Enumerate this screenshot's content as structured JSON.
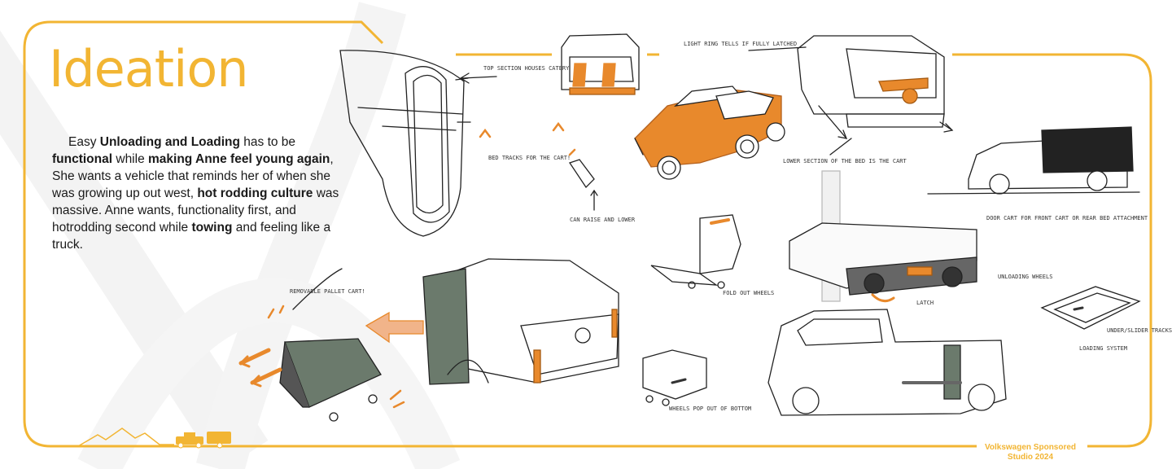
{
  "title": "Ideation",
  "paragraph": [
    {
      "text": "Easy ",
      "bold": false
    },
    {
      "text": "Unloading and Loading",
      "bold": true
    },
    {
      "text": " has to be ",
      "bold": false
    },
    {
      "text": "functional",
      "bold": true
    },
    {
      "text": " while ",
      "bold": false
    },
    {
      "text": "making Anne feel young again",
      "bold": true
    },
    {
      "text": ", She wants a vehicle that reminds her of when she was growing up out west, ",
      "bold": false
    },
    {
      "text": "hot rodding culture",
      "bold": true
    },
    {
      "text": " was massive. Anne wants, functionality first, and hotrodding second while ",
      "bold": false
    },
    {
      "text": "towing",
      "bold": true
    },
    {
      "text": " and feeling like a truck.",
      "bold": false
    }
  ],
  "annotations": {
    "top_section": "TOP SECTION HOUSES CATERY",
    "bed_tracks": "BED TRACKS FOR THE CART!",
    "can_raise": "CAN RAISE AND LOWER",
    "light_ring": "LIGHT RING TELLS IF FULLY LATCHED",
    "lower_section": "LOWER SECTION OF THE BED IS THE CART",
    "removable": "REMOVABLE PALLET CART!",
    "fold_out": "FOLD OUT WHEELS",
    "wheels_out": "WHEELS POP OUT OF BOTTOM",
    "door_cart": "DOOR CART FOR FRONT CART OR REAR BED ATTACHMENT",
    "latch": "LATCH",
    "unloading_wheels": "UNLOADING WHEELS",
    "under_slider": "UNDER/SLIDER TRACKS",
    "loading_system": "LOADING SYSTEM"
  },
  "footer": {
    "line1": "Volkswagen Sponsored",
    "line2": "Studio 2024"
  },
  "colors": {
    "accent": "#f2b533",
    "sketch_orange": "#e8892c",
    "ink": "#1a1a1a"
  }
}
